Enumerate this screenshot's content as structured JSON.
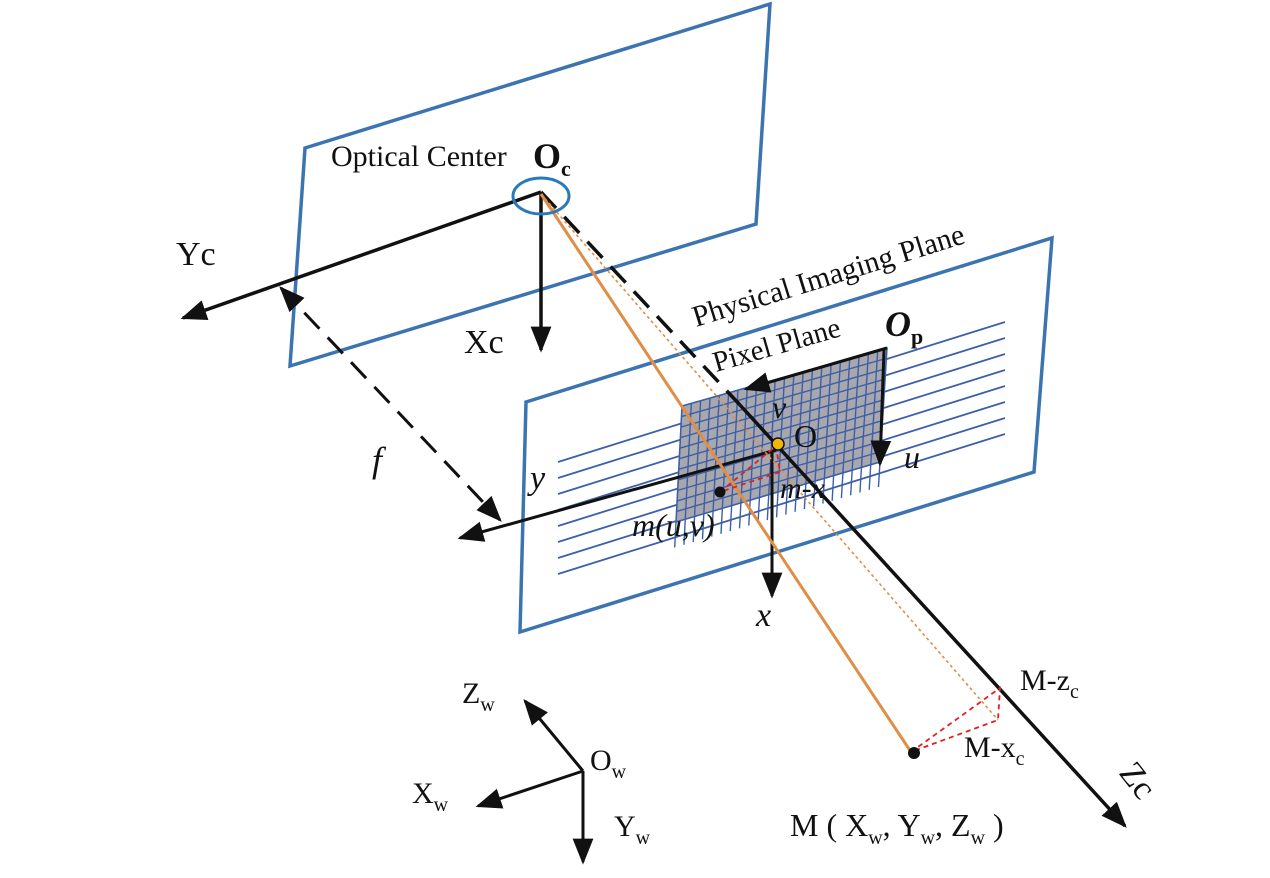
{
  "colors": {
    "plane": "#3b74b0",
    "grid": "#3d5fa8",
    "pixel_fill": "#a7a7ad",
    "ray": "#e08e45",
    "projection": "#e02020",
    "ink": "#111111",
    "center_ring": "#2a7ab8",
    "origin_dot": "#f2b705"
  },
  "labels": {
    "optical_center": "Optical Center",
    "oc": "O",
    "oc_sub": "c",
    "yc": "Yc",
    "xc": "Xc",
    "physical_plane": "Physical Imaging Plane",
    "pixel_plane": "Pixel Plane",
    "op": "O",
    "op_sub": "p",
    "v": "v",
    "u": "u",
    "o": "O",
    "f": "f",
    "y": "y",
    "x": "x",
    "m_x": "m-x",
    "m_uv": "m(u,v)",
    "m_zc": "M-z",
    "m_zc_sub": "c",
    "m_xc": "M-x",
    "m_xc_sub": "c",
    "zc": "Zc",
    "zw": "Z",
    "zw_sub": "w",
    "xw": "X",
    "xw_sub": "w",
    "ow": "O",
    "ow_sub": "w",
    "yw": "Y",
    "yw_sub": "w",
    "m_world_prefix": "M ( X",
    "m_world_sub1": "w",
    "m_world_mid1": ", Y",
    "m_world_sub2": "w",
    "m_world_mid2": ", Z",
    "m_world_sub3": "w",
    "m_world_suffix": " )"
  }
}
